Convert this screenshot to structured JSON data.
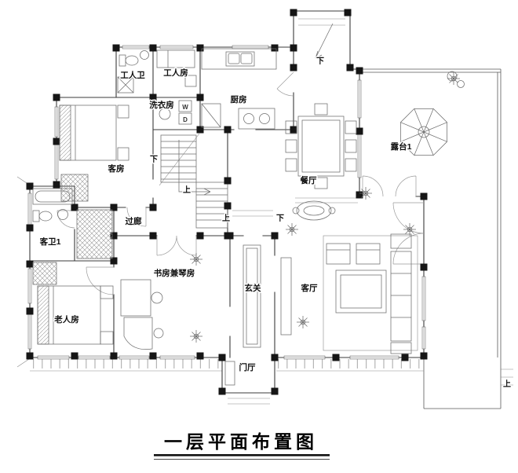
{
  "title": {
    "text": "一层平面布置图"
  },
  "rooms": {
    "worker_bath": "工人卫",
    "worker_room": "工人房",
    "laundry": "洗衣房",
    "kitchen": "厨房",
    "guest_room": "客房",
    "dining": "餐厅",
    "terrace": "露台1",
    "corridor": "过廊",
    "guest_bath": "客卫1",
    "study": "书房兼琴房",
    "foyer": "玄关",
    "living": "客厅",
    "elder_room": "老人房",
    "entry_hall": "门厅"
  },
  "markers": {
    "stair_down": "下",
    "stair_up": "上",
    "hall_up": "上",
    "hall_down": "下",
    "porch_down": "下",
    "deck_up": "上"
  },
  "appliances": {
    "washer": "W",
    "dryer": "D"
  }
}
